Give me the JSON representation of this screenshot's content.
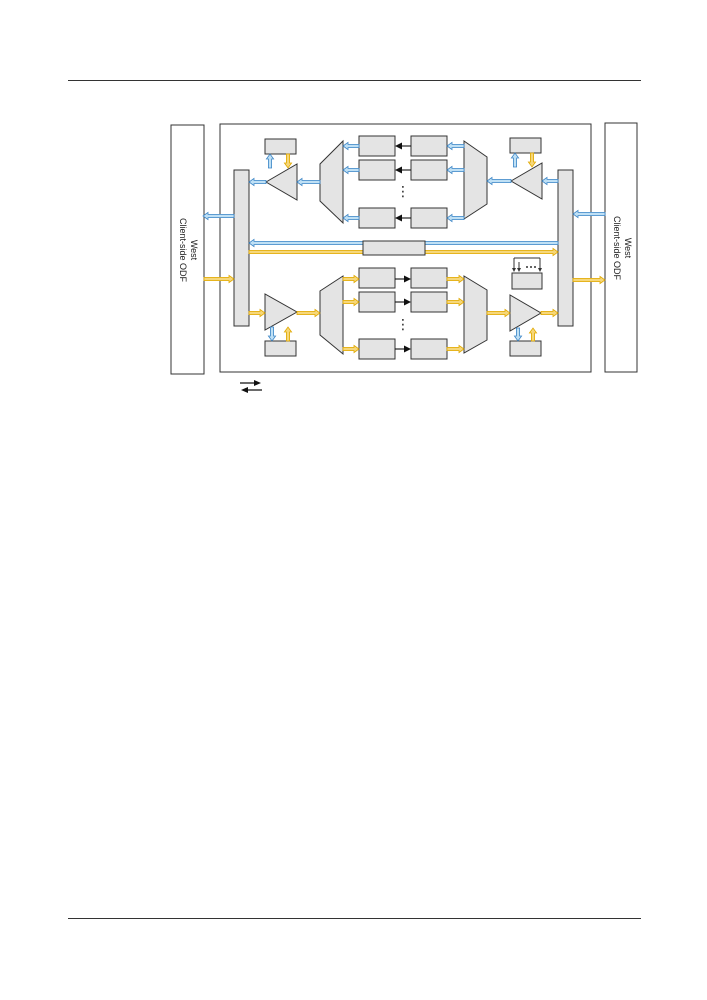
{
  "diagram": {
    "west_odf": {
      "line1": "West",
      "line2": "Client-side ODF"
    },
    "east_odf": {
      "line1": "West",
      "line2": "Client-side ODF"
    },
    "colors": {
      "tx_fill": "#f6d77a",
      "tx_stroke": "#e0a800",
      "rx_fill": "#bfe0f5",
      "rx_stroke": "#3d86c6",
      "box_fill": "#e4e4e4",
      "box_stroke": "#333333"
    },
    "ellipsis_glyph": "⋮"
  }
}
